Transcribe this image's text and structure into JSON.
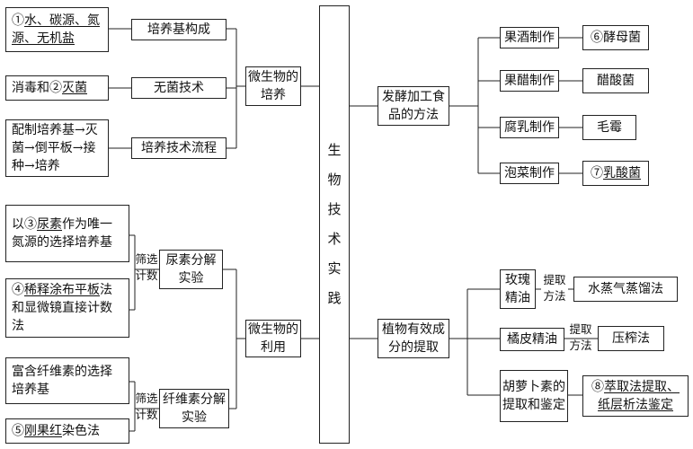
{
  "center": {
    "label": "生物技术实践",
    "chars": [
      "生",
      "物",
      "技",
      "术",
      "实",
      "践"
    ]
  },
  "culture": {
    "title": "微生物的培养",
    "branches": [
      {
        "label": "培养基构成",
        "note_prefix": "①",
        "note": "水、碳源、氮源、无机盐"
      },
      {
        "label": "无菌技术",
        "note_prefix": "消毒和②",
        "note": "灭菌"
      },
      {
        "label": "培养技术流程",
        "note": "配制培养基→灭菌→倒平板→接种→培养"
      }
    ]
  },
  "utilization": {
    "title": "微生物的利用",
    "screen_label": "筛选计数",
    "branches": [
      {
        "label": "尿素分解实验",
        "notes": [
          {
            "prefix": "以③",
            "underlined": "尿素",
            "suffix": "作为唯一氮源的选择培养基"
          },
          {
            "prefix": "④",
            "underlined": "稀释涂布平板",
            "suffix": "法和显微镜直接计数法"
          }
        ]
      },
      {
        "label": "纤维素分解实验",
        "notes": [
          {
            "prefix": "",
            "underlined": "",
            "suffix": "富含纤维素的选择培养基"
          },
          {
            "prefix": "⑤",
            "underlined": "刚果红",
            "suffix": "染色法"
          }
        ]
      }
    ]
  },
  "fermentation": {
    "title": "发酵加工食品的方法",
    "branches": [
      {
        "label": "果酒制作",
        "result_prefix": "⑥",
        "result": "酵母菌"
      },
      {
        "label": "果醋制作",
        "result_prefix": "",
        "result": "醋酸菌"
      },
      {
        "label": "腐乳制作",
        "result_prefix": "",
        "result": "毛霉"
      },
      {
        "label": "泡菜制作",
        "result_prefix": "⑦",
        "result": "乳酸菌"
      }
    ]
  },
  "extraction": {
    "title": "植物有效成分的提取",
    "method_label": "提取方法",
    "branches": [
      {
        "label": "玫瑰精油",
        "result_prefix": "",
        "result": "水蒸气蒸馏法"
      },
      {
        "label": "橘皮精油",
        "result_prefix": "",
        "result": "压榨法"
      },
      {
        "label": "胡萝卜素的提取和鉴定",
        "result_prefix": "⑧",
        "result": "萃取法提取、纸层析法鉴定"
      }
    ]
  }
}
